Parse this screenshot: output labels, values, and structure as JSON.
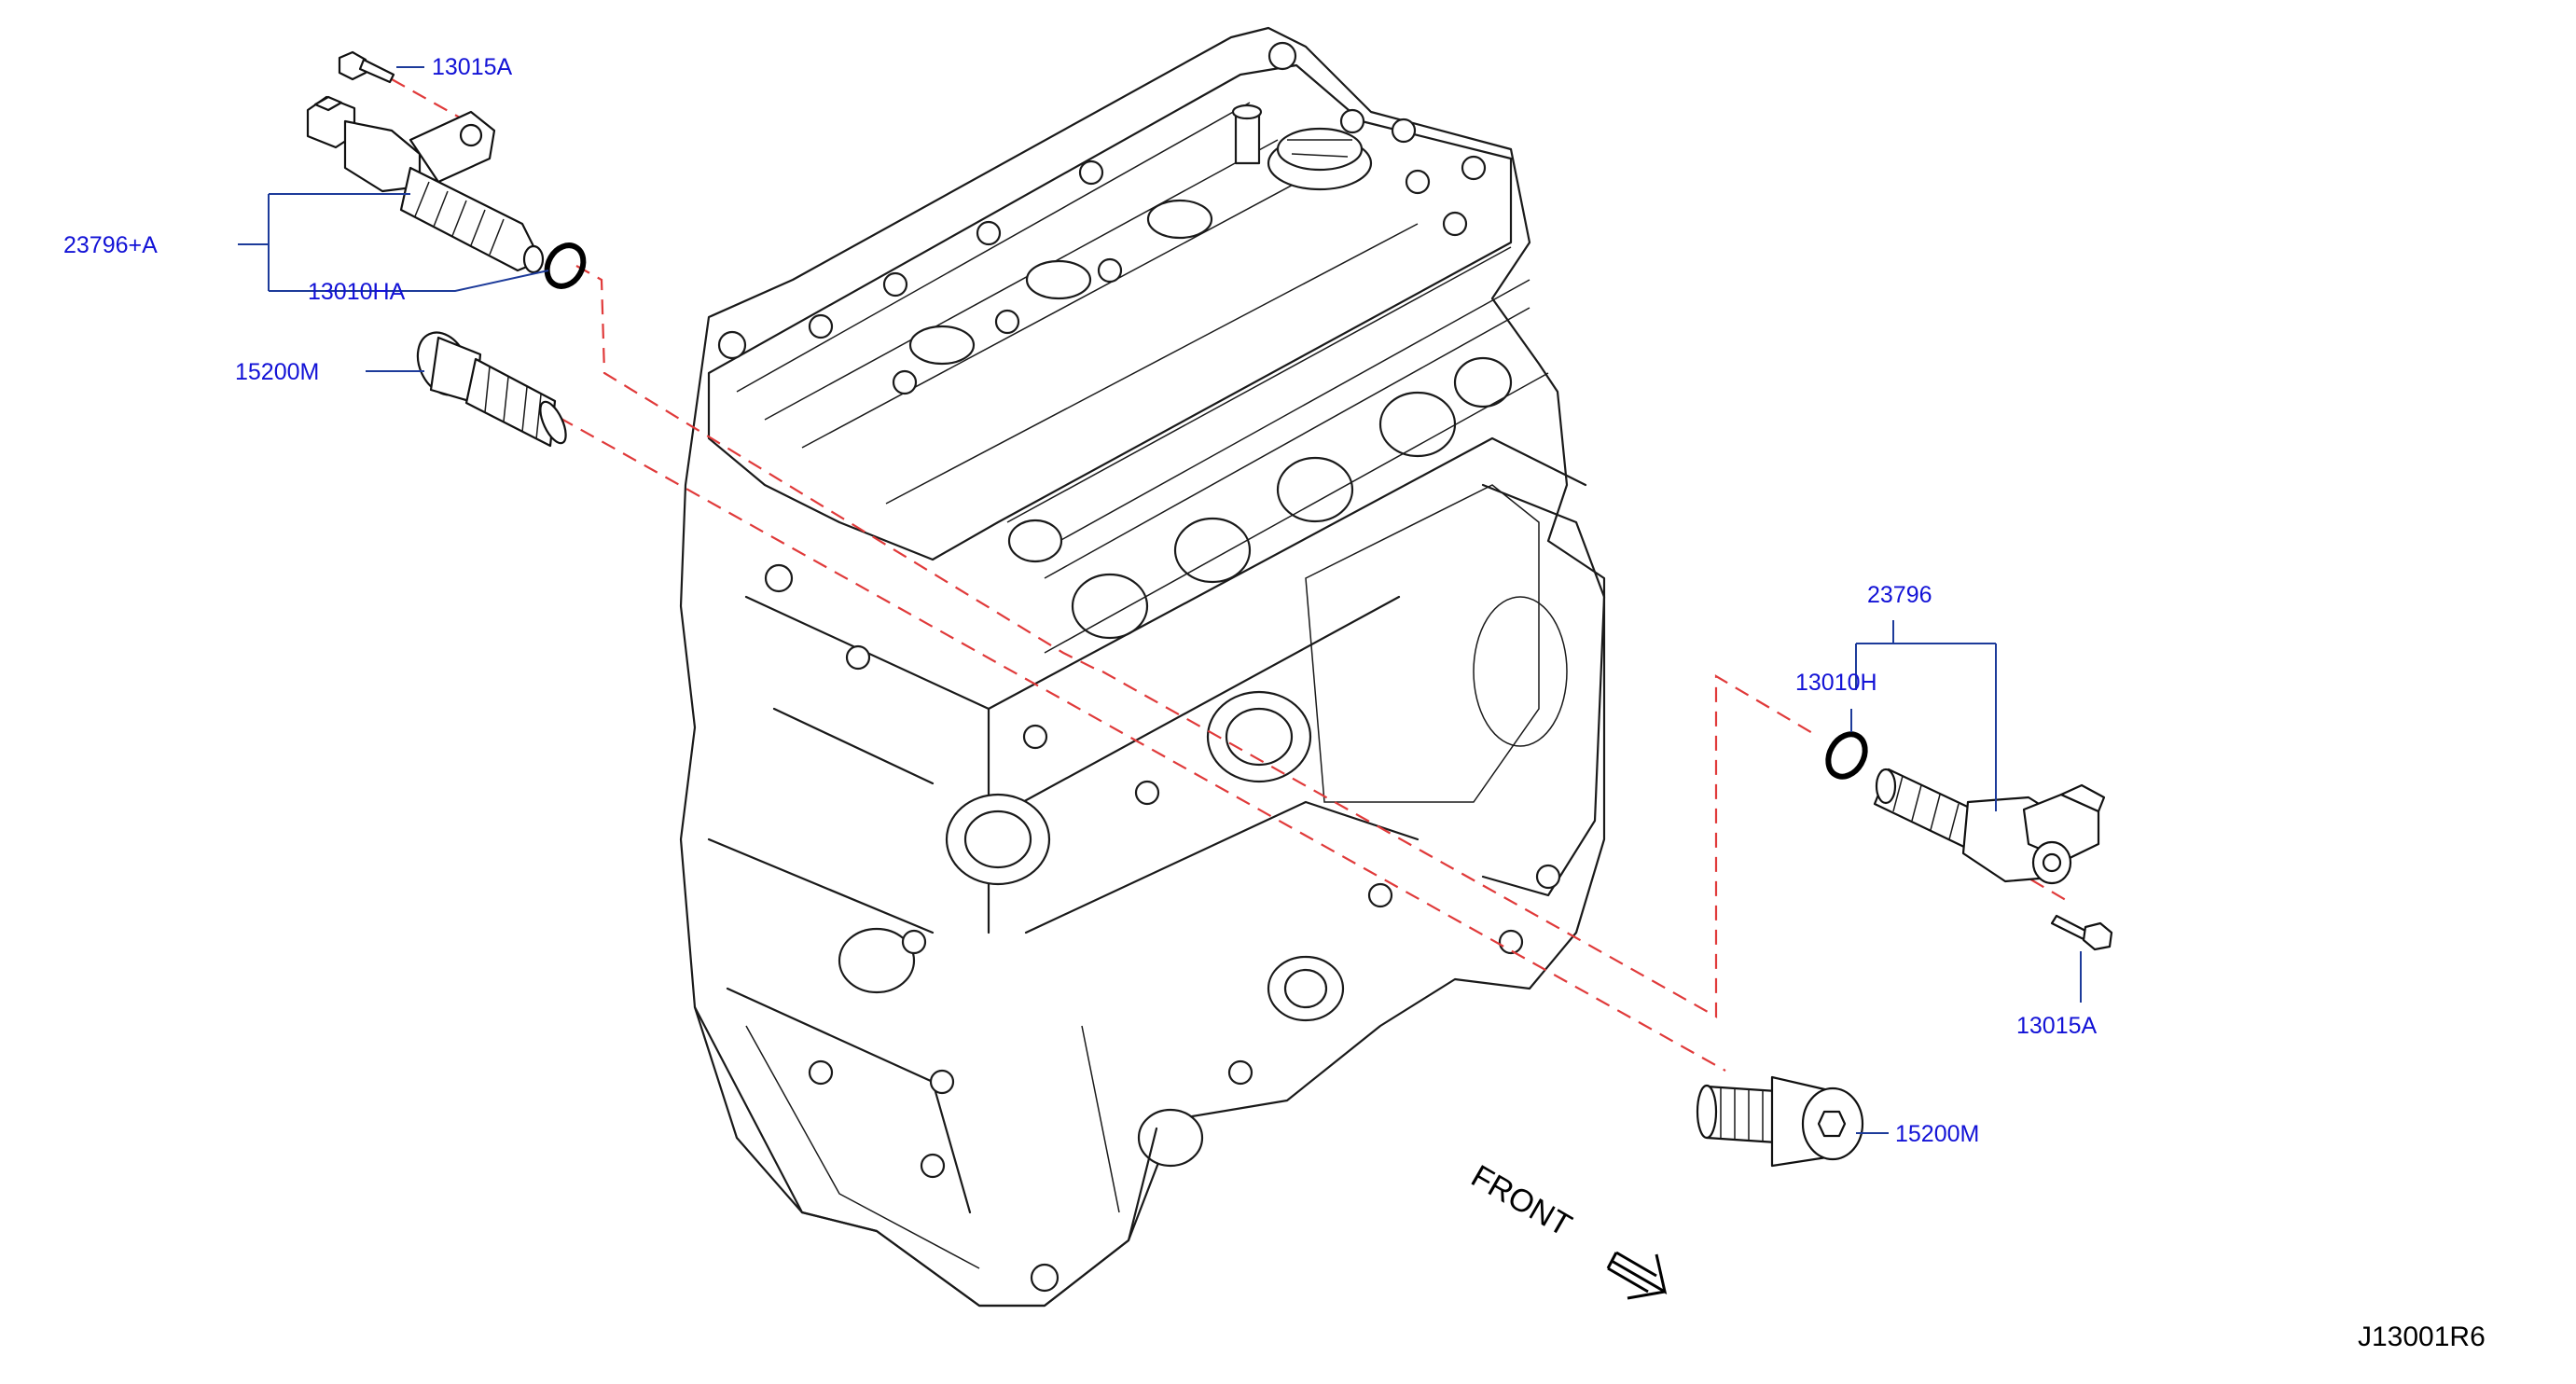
{
  "diagram": {
    "drawing_code": "J13001R6",
    "front_label": "FRONT",
    "part_labels": {
      "bolt_upper": "13015A",
      "solenoid_upper": "23796+A",
      "oring_upper": "13010HA",
      "filter_upper": "15200M",
      "solenoid_lower": "23796",
      "oring_lower": "13010H",
      "bolt_lower": "13015A",
      "filter_lower": "15200M"
    },
    "colors": {
      "label_text": "#1212d6",
      "leader_line": "#1d3b9a",
      "dash_line": "#e03a3a",
      "outline": "#1a1a1a"
    },
    "icons": [
      "front-arrow-icon"
    ]
  }
}
